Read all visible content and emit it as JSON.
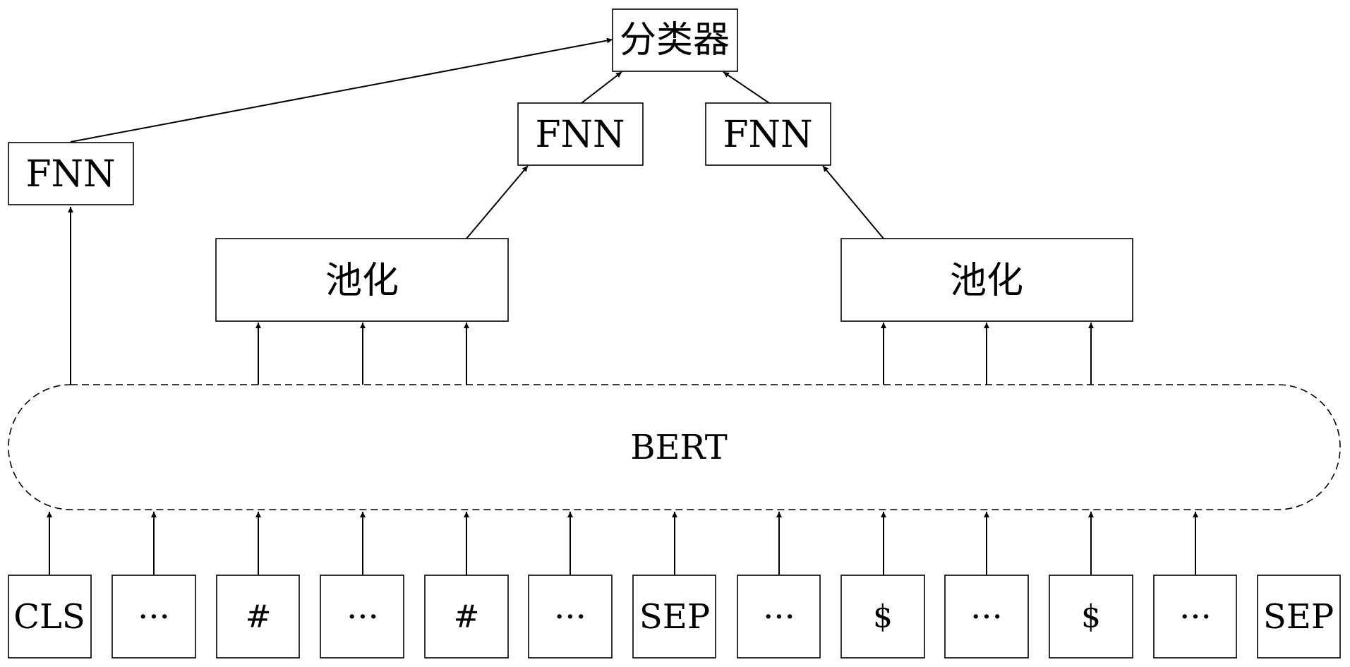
{
  "classifier": {
    "label": "分类器"
  },
  "fnn": {
    "label": "FNN"
  },
  "pooling": {
    "label": "池化"
  },
  "bert": {
    "label": "BERT"
  },
  "tokens": [
    "CLS",
    "···",
    "#",
    "···",
    "#",
    "···",
    "SEP",
    "···",
    "$",
    "···",
    "$",
    "···",
    "SEP"
  ]
}
